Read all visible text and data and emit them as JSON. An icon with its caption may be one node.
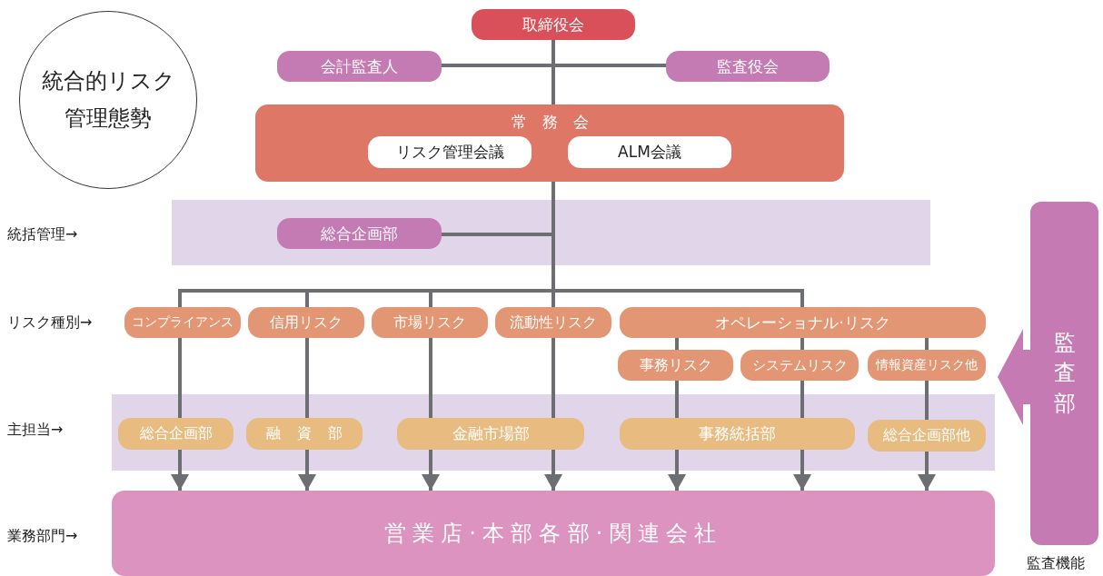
{
  "diagram": {
    "nodes": [
      {
        "text": [
          "統合的リスク管理態勢"
        ]
      },
      {
        "text": [
          "取締役会"
        ]
      },
      {
        "text": [
          "会計監査人"
        ]
      },
      {
        "text": [
          "監査役会"
        ]
      },
      {
        "text": [
          "常務会"
        ]
      },
      {
        "text": [
          "リスク管理会議"
        ],
        "in": 4
      },
      {
        "text": [
          "ALM会議"
        ],
        "in": 4
      },
      {
        "text": [],
        "shape": "band"
      },
      {
        "text": [
          "総合企画部"
        ],
        "in": 7
      },
      {
        "text": [
          "コンプライアンス"
        ]
      },
      {
        "text": [
          "信用リスク"
        ]
      },
      {
        "text": [
          "市場リスク"
        ]
      },
      {
        "text": [
          "流動性リスク"
        ]
      },
      {
        "text": [
          "オペレーショナル·リスク"
        ]
      },
      {
        "text": [
          "事務リスク"
        ]
      },
      {
        "text": [
          "システムリスク"
        ]
      },
      {
        "text": [
          "情報資産リスク他"
        ]
      },
      {
        "text": [],
        "shape": "band"
      },
      {
        "text": [
          "総合企画部"
        ],
        "in": 17
      },
      {
        "text": [
          "融資部"
        ],
        "in": 17
      },
      {
        "text": [
          "金融市場部"
        ],
        "in": 17
      },
      {
        "text": [
          "事務統括部"
        ],
        "in": 17
      },
      {
        "text": [
          "総合企画部他"
        ],
        "in": 17
      },
      {
        "text": [
          "営業店·本部各部·関連会社"
        ]
      },
      {
        "text": [
          "監査部"
        ],
        "beside": [
          "監査機能"
        ]
      }
    ],
    "edges": [
      {
        "from": 1,
        "to": 2,
        "arrow": "none"
      },
      {
        "from": 1,
        "to": 3,
        "arrow": "none"
      },
      {
        "from": 1,
        "to": 4,
        "arrow": "none"
      },
      {
        "from": 4,
        "to": 8,
        "arrow": "none"
      },
      {
        "from": 4,
        "to": 9,
        "arrow": "none"
      },
      {
        "from": 4,
        "to": 10,
        "arrow": "none"
      },
      {
        "from": 4,
        "to": 11,
        "arrow": "none"
      },
      {
        "from": 4,
        "to": 12,
        "arrow": "none"
      },
      {
        "from": 4,
        "to": 13,
        "arrow": "none"
      },
      {
        "from": 9,
        "to": 18,
        "arrow": "none"
      },
      {
        "from": 18,
        "to": 23,
        "arrow": "to"
      },
      {
        "from": 10,
        "to": 19,
        "arrow": "none"
      },
      {
        "from": 19,
        "to": 23,
        "arrow": "to"
      },
      {
        "from": 11,
        "to": 20,
        "arrow": "none"
      },
      {
        "from": 20,
        "to": 23,
        "arrow": "to"
      },
      {
        "from": 12,
        "to": 20,
        "arrow": "none"
      },
      {
        "from": 20,
        "to": 23,
        "arrow": "to"
      },
      {
        "from": 13,
        "to": 14,
        "arrow": "none"
      },
      {
        "from": 13,
        "to": 15,
        "arrow": "none"
      },
      {
        "from": 13,
        "to": 16,
        "arrow": "none"
      },
      {
        "from": 14,
        "to": 21,
        "arrow": "none"
      },
      {
        "from": 15,
        "to": 21,
        "arrow": "none"
      },
      {
        "from": 21,
        "to": 23,
        "arrow": "to"
      },
      {
        "from": 21,
        "to": 23,
        "arrow": "to"
      },
      {
        "from": 16,
        "to": 22,
        "arrow": "none"
      },
      {
        "from": 22,
        "to": 23,
        "arrow": "to"
      },
      {
        "from": 24,
        "to": 16,
        "arrow": "to",
        "style": "thick",
        "color": "#c57ab3"
      }
    ],
    "labels": [
      "統括管理→",
      "リスク種別→",
      "主担当→",
      "業務部門→"
    ]
  }
}
